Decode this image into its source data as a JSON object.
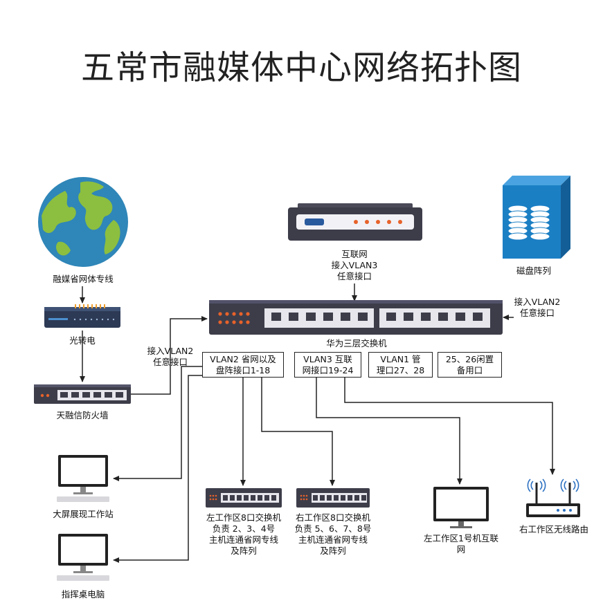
{
  "title": "五常市融媒体中心网络拓扑图",
  "labels": {
    "globe": "融媒省网体专线",
    "modem": "光转电",
    "firewall": "天融信防火墙",
    "internet_1": "互联网",
    "internet_2": "接入VLAN3",
    "internet_3": "任意接口",
    "disk": "磁盘阵列",
    "vlan2_right_1": "接入VLAN2",
    "vlan2_right_2": "任意接口",
    "vlan2_left_1": "接入VLAN2",
    "vlan2_left_2": "任意接口",
    "core_switch": "华为三层交换机",
    "big_screen": "大屏展现工作站",
    "command_pc": "指挥桌电脑",
    "left_switch_1": "左工作区8口交换机",
    "left_switch_2": "负责  2、3、4号",
    "left_switch_3": "主机连通省网专线",
    "left_switch_4": "及阵列",
    "right_switch_1": "右工作区8口交换机",
    "right_switch_2": "负责  5、6、7、8号",
    "right_switch_3": "主机连通省网专线",
    "right_switch_4": "及阵列",
    "left_host_1": "左工作区1号机互联",
    "left_host_2": "网",
    "wifi_router": "右工作区无线路由"
  },
  "boxes": {
    "vlan2_1": "VLAN2 省网以及",
    "vlan2_2": "盘阵接口1-18",
    "vlan3_1": "VLAN3 互联",
    "vlan3_2": "网接口19-24",
    "vlan1_1": "VLAN1 管",
    "vlan1_2": "理口27、28",
    "spare_1": "25、26闲置",
    "spare_2": "备用口"
  },
  "colors": {
    "globe_ocean": "#2f86b8",
    "globe_land": "#8cbf3f",
    "device_body": "#3d3d4a",
    "port_orange": "#e8622a",
    "disk_blue": "#1b7fc4",
    "modem_blue": "#2a5a9e"
  }
}
